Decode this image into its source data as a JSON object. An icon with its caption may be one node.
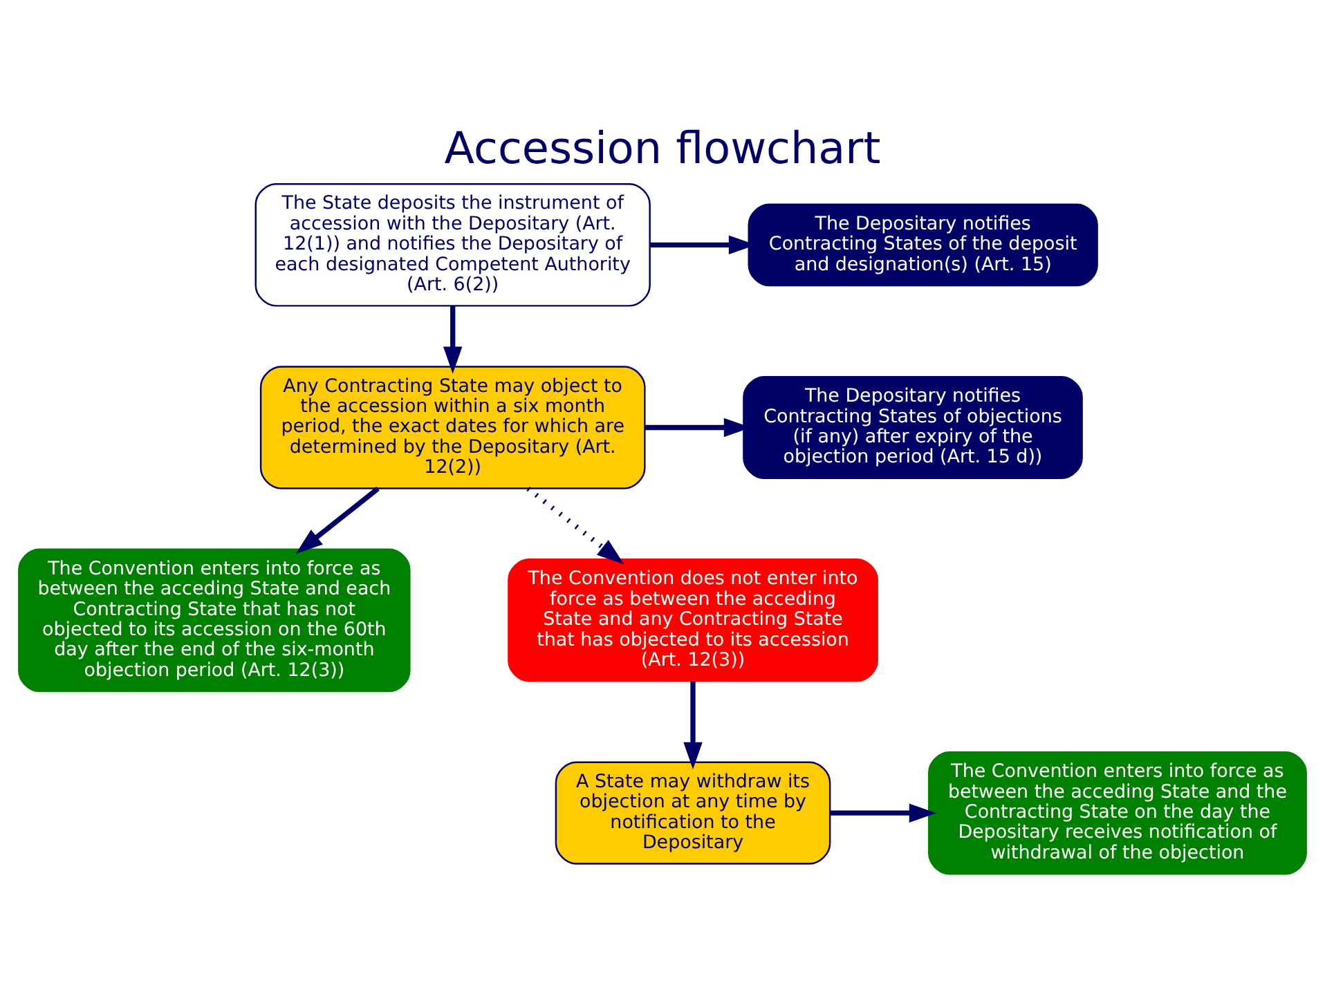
{
  "diagram": {
    "title": "Accession flowchart",
    "nodes": [
      {
        "text": [
          "The State deposits the instrument of accession with the Depositary (Art. 12(1)) and notifies the Depositary of each designated Competent Authority (Art. 6(2))"
        ]
      },
      {
        "text": [
          "The Depositary notifies Contracting States of the deposit and designation(s) (Art. 15)"
        ]
      },
      {
        "text": [
          "Any Contracting State may object to the accession within a six month period, the exact dates for which are determined by the Depositary (Art. 12(2))"
        ]
      },
      {
        "text": [
          "The Depositary notifies Contracting States of objections (if any) after expiry of the objection period (Art. 15 d))"
        ]
      },
      {
        "text": [
          "The Convention enters into force as between the acceding State and each Contracting State that has not objected to its accession on the 60th day after the end of the six-month objection period (Art. 12(3))"
        ]
      },
      {
        "text": [
          "The Convention does not enter into force as between the acceding State and any Contracting State that has objected to its accession (Art. 12(3))"
        ]
      },
      {
        "text": [
          "The Convention enters into force as between the acceding State and the Contracting State on the day the Depositary receives notification of withdrawal of the objection"
        ]
      },
      {
        "text": [
          "A State may withdraw its objection at any time by notification to the Depositary"
        ]
      }
    ],
    "edges": [
      {
        "from": 0,
        "to": 1,
        "arrow": "to"
      },
      {
        "from": 0,
        "to": 2,
        "arrow": "to"
      },
      {
        "from": 2,
        "to": 3,
        "arrow": "to"
      },
      {
        "from": 2,
        "to": 4,
        "arrow": "to"
      },
      {
        "from": 2,
        "to": 5,
        "arrow": "to",
        "style": "dashed"
      },
      {
        "from": 5,
        "to": 7,
        "arrow": "to"
      },
      {
        "from": 7,
        "to": 6,
        "arrow": "to"
      }
    ]
  }
}
